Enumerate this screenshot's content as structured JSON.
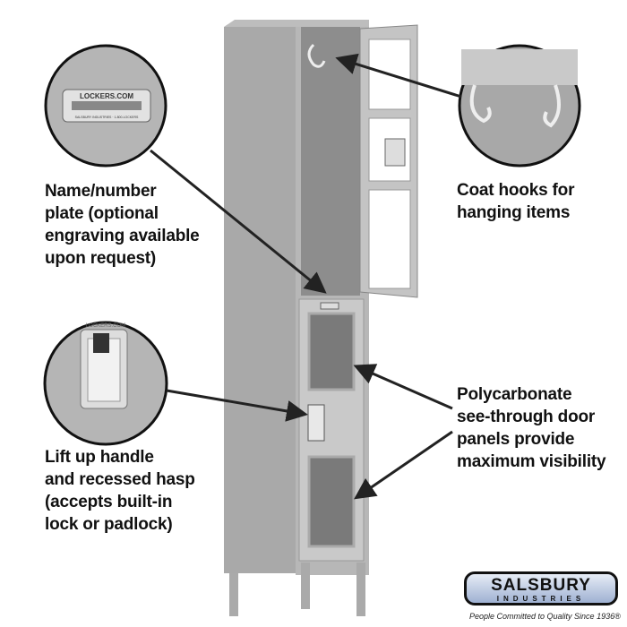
{
  "callouts": {
    "nameplate": "Name/number\nplate (optional\nengraving available\nupon request)",
    "handle": "Lift up handle\nand recessed hasp\n(accepts built-in\nlock or padlock)",
    "hooks": "Coat hooks for\nhanging items",
    "panels": "Polycarbonate\nsee-through door\npanels provide\nmaximum visibility"
  },
  "plate_text": {
    "top": "LOCKERS.COM",
    "bottom": "SALSBURY INDUSTRIES · 1-800-LOCKERS",
    "hasp": "LOCKERS.COM"
  },
  "logo": {
    "brand": "SALSBURY",
    "sub": "INDUSTRIES",
    "tagline": "People Committed to Quality Since 1936®"
  }
}
